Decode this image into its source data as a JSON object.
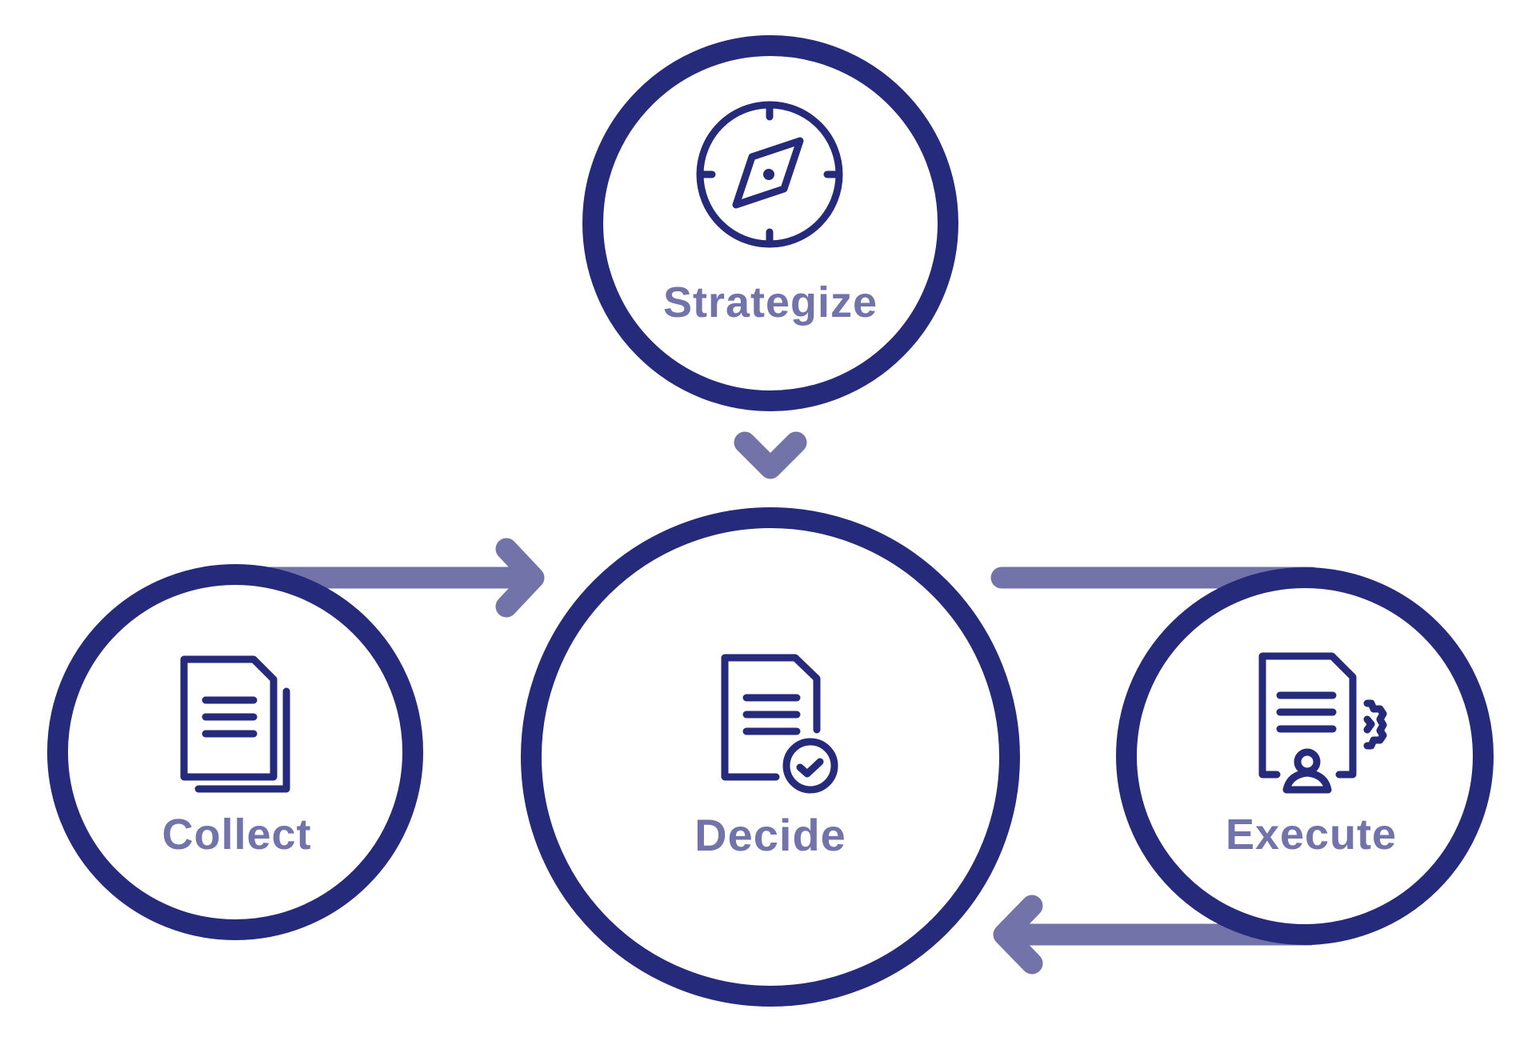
{
  "diagram": {
    "title": "",
    "colors": {
      "ring": "#262A7A",
      "icon": "#262A7A",
      "arrow": "#7273A9",
      "label": "#7273AB",
      "background": "#FFFFFF"
    },
    "nodes": [
      {
        "id": "strategize",
        "label": "Strategize",
        "icon": "compass-icon"
      },
      {
        "id": "collect",
        "label": "Collect",
        "icon": "documents-stack-icon"
      },
      {
        "id": "decide",
        "label": "Decide",
        "icon": "document-check-icon"
      },
      {
        "id": "execute",
        "label": "Execute",
        "icon": "document-person-gear-icon"
      }
    ],
    "edges": [
      {
        "from": "strategize",
        "to": "decide",
        "style": "chevron-down"
      },
      {
        "from": "collect",
        "to": "decide",
        "style": "arrow-right"
      },
      {
        "from": "decide",
        "to": "execute",
        "style": "line"
      },
      {
        "from": "execute",
        "to": "decide",
        "style": "arrow-left"
      }
    ]
  }
}
